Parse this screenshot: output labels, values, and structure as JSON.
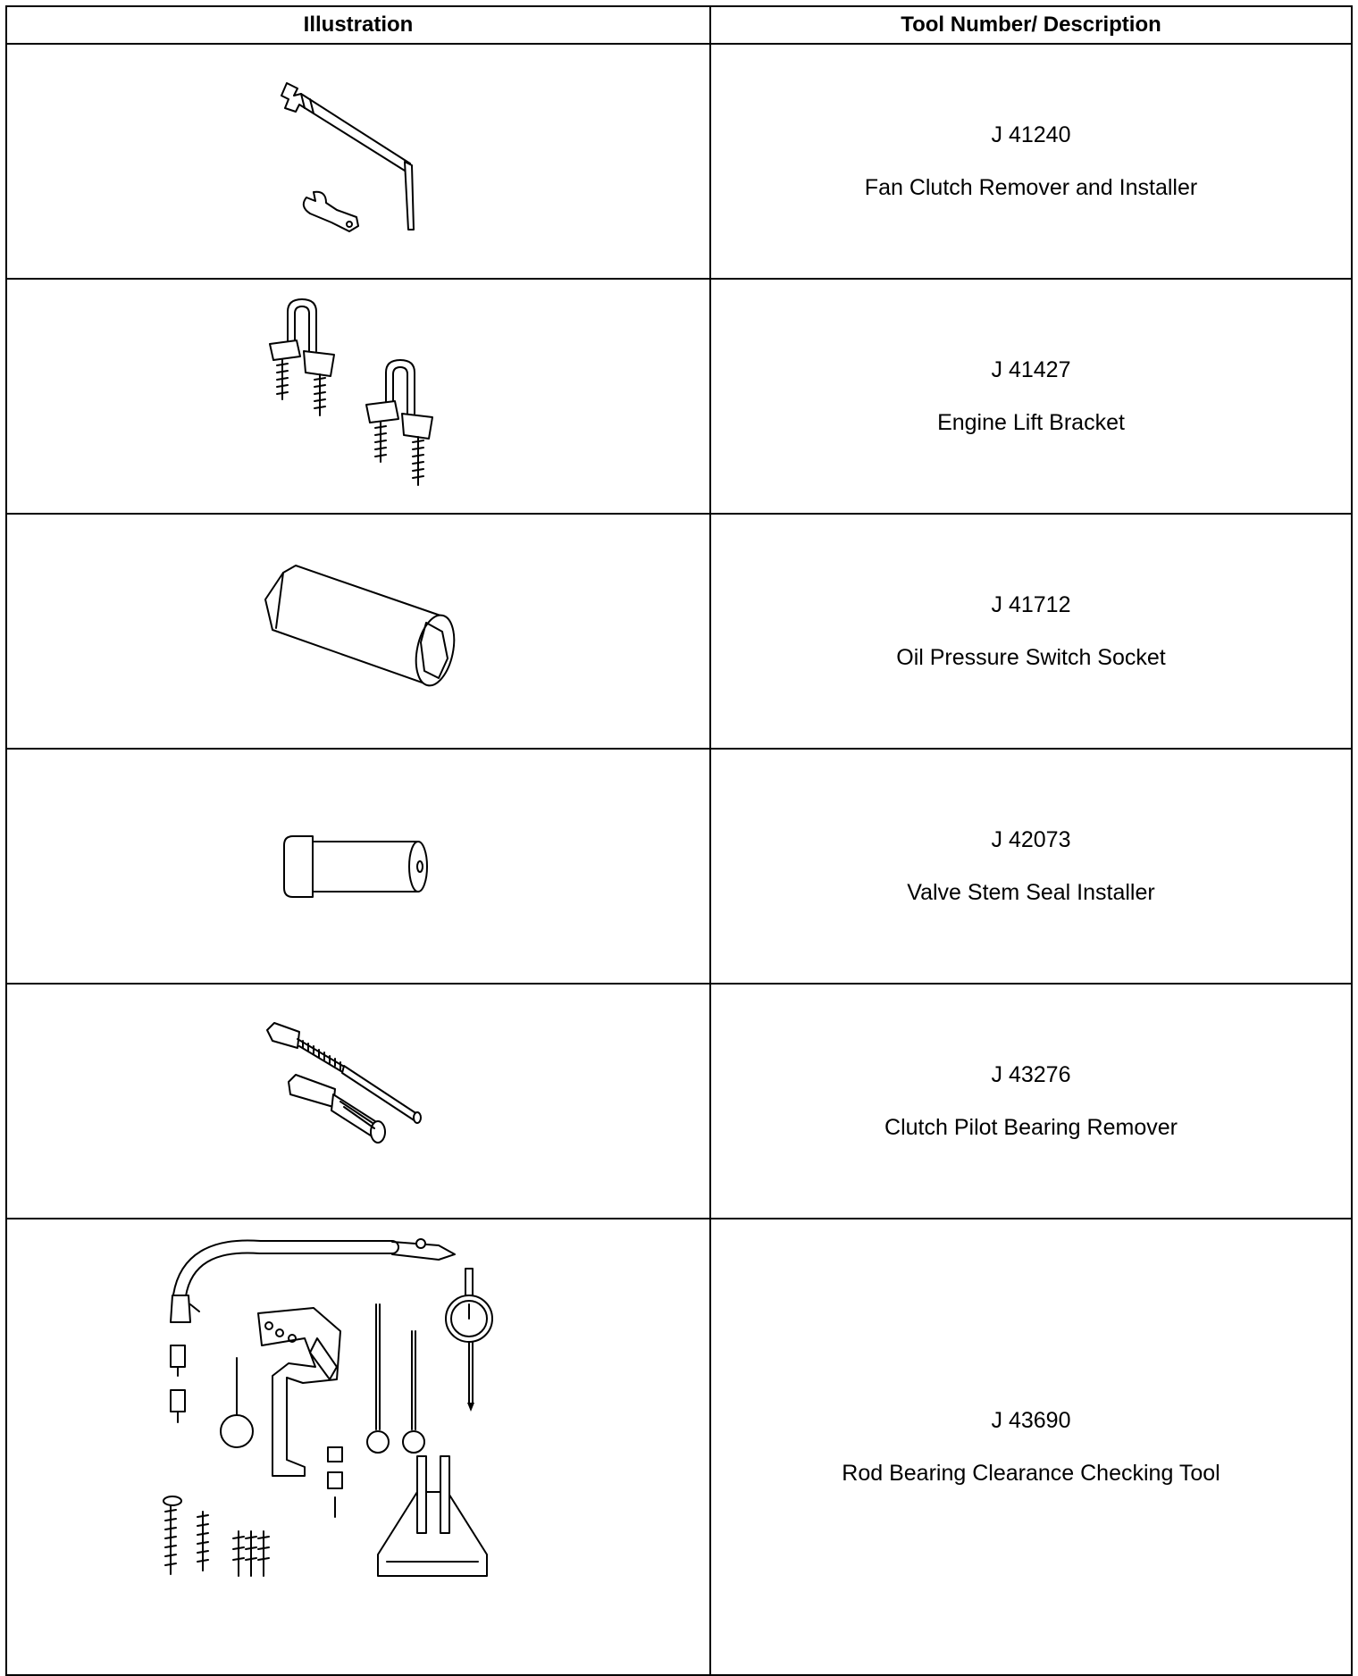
{
  "table": {
    "headers": {
      "illustration": "Illustration",
      "tool": "Tool Number/ Description"
    },
    "rows": [
      {
        "number": "J 41240",
        "description": "Fan Clutch Remover and Installer",
        "icon": "fan-clutch-wrench-icon"
      },
      {
        "number": "J 41427",
        "description": "Engine Lift Bracket",
        "icon": "engine-lift-bracket-icon"
      },
      {
        "number": "J 41712",
        "description": "Oil Pressure Switch Socket",
        "icon": "socket-icon"
      },
      {
        "number": "J 42073",
        "description": "Valve Stem Seal Installer",
        "icon": "seal-installer-icon"
      },
      {
        "number": "J 43276",
        "description": "Clutch Pilot Bearing Remover",
        "icon": "bearing-remover-icon"
      },
      {
        "number": "J 43690",
        "description": "Rod Bearing Clearance Checking Tool",
        "icon": "dial-indicator-kit-icon"
      }
    ]
  }
}
